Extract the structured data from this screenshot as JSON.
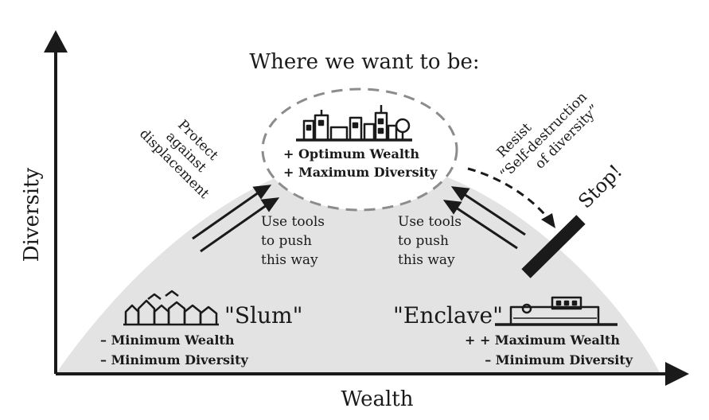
{
  "axes": {
    "x_label": "Wealth",
    "y_label": "Diversity"
  },
  "top": {
    "heading": "Where we want to be:",
    "line1": "+ Optimum Wealth",
    "line2": "+ Maximum Diversity"
  },
  "left_note": {
    "line1": "Protect",
    "line2": "against",
    "line3": "displacement"
  },
  "right_note": {
    "line1": "Resist",
    "line2": "“Self-destruction",
    "line3": "of diversity”"
  },
  "left_tools": {
    "line1": "Use tools",
    "line2": "to push",
    "line3": "this way"
  },
  "right_tools": {
    "line1": "Use tools",
    "line2": "to push",
    "line3": "this way"
  },
  "stop": "Stop!",
  "slum": {
    "label": "\"Slum\"",
    "line1": "– Minimum Wealth",
    "line2": "– Minimum Diversity"
  },
  "enclave": {
    "label": "\"Enclave\"",
    "line1": "+ + Maximum Wealth",
    "line2": "– Minimum Diversity"
  },
  "icons": {
    "top": "city-skyline-icon",
    "slum": "crowded-houses-icon",
    "enclave": "gated-mansion-icon"
  },
  "colors": {
    "hill_fill": "#e3e3e3",
    "ink": "#1a1a1a",
    "dashed_circle": "#8c8c8c"
  }
}
